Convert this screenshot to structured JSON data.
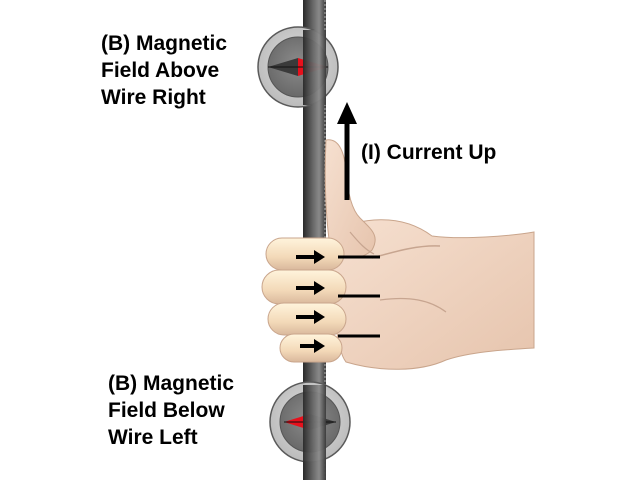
{
  "labels": {
    "field_above": [
      "(B) Magnetic",
      "Field Above",
      "Wire Right"
    ],
    "current": "(I) Current Up",
    "field_below": [
      "(B) Magnetic",
      "Field Below",
      "Wire Left"
    ]
  },
  "compasses": {
    "above": {
      "needle_points": "right"
    },
    "below": {
      "needle_points": "left"
    }
  },
  "colors": {
    "needle_north": "#e8101c",
    "needle_south": "#3a3a3a",
    "wire": "#6e6e6e",
    "skin": "#efd3c0",
    "arrow": "#000000"
  }
}
